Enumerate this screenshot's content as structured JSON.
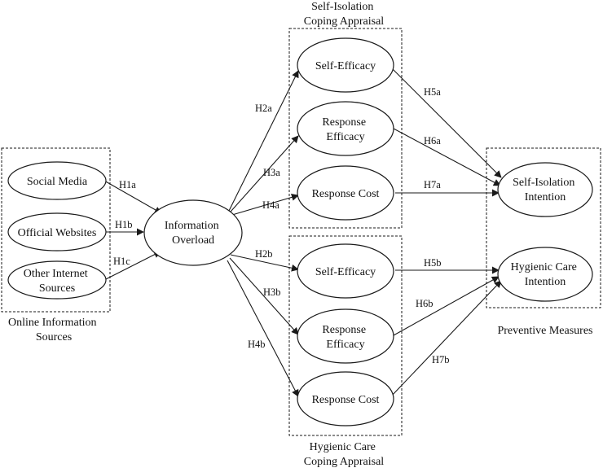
{
  "groups": {
    "online_sources": {
      "label_lines": [
        "Online Information",
        "Sources"
      ]
    },
    "self_isolation_coping": {
      "label_lines": [
        "Self-Isolation",
        "Coping Appraisal"
      ]
    },
    "hygienic_care_coping": {
      "label_lines": [
        "Hygienic Care",
        "Coping Appraisal"
      ]
    },
    "preventive_measures": {
      "label_lines": [
        "Preventive Measures"
      ]
    }
  },
  "nodes": {
    "social_media": {
      "lines": [
        "Social Media"
      ]
    },
    "official_websites": {
      "lines": [
        "Official Websites"
      ]
    },
    "other_internet_sources": {
      "lines": [
        "Other Internet",
        "Sources"
      ]
    },
    "information_overload": {
      "lines": [
        "Information",
        "Overload"
      ]
    },
    "si_self_efficacy": {
      "lines": [
        "Self-Efficacy"
      ]
    },
    "si_response_efficacy": {
      "lines": [
        "Response",
        "Efficacy"
      ]
    },
    "si_response_cost": {
      "lines": [
        "Response Cost"
      ]
    },
    "hc_self_efficacy": {
      "lines": [
        "Self-Efficacy"
      ]
    },
    "hc_response_efficacy": {
      "lines": [
        "Response",
        "Efficacy"
      ]
    },
    "hc_response_cost": {
      "lines": [
        "Response Cost"
      ]
    },
    "self_isolation_intention": {
      "lines": [
        "Self-Isolation",
        "Intention"
      ]
    },
    "hygienic_care_intention": {
      "lines": [
        "Hygienic Care",
        "Intention"
      ]
    }
  },
  "edges": [
    {
      "id": "h1a",
      "label": "H1a",
      "from": "social_media",
      "to": "information_overload"
    },
    {
      "id": "h1b",
      "label": "H1b",
      "from": "official_websites",
      "to": "information_overload"
    },
    {
      "id": "h1c",
      "label": "H1c",
      "from": "other_internet_sources",
      "to": "information_overload"
    },
    {
      "id": "h2a",
      "label": "H2a",
      "from": "information_overload",
      "to": "si_self_efficacy"
    },
    {
      "id": "h3a",
      "label": "H3a",
      "from": "information_overload",
      "to": "si_response_efficacy"
    },
    {
      "id": "h4a",
      "label": "H4a",
      "from": "information_overload",
      "to": "si_response_cost"
    },
    {
      "id": "h2b",
      "label": "H2b",
      "from": "information_overload",
      "to": "hc_self_efficacy"
    },
    {
      "id": "h3b",
      "label": "H3b",
      "from": "information_overload",
      "to": "hc_response_efficacy"
    },
    {
      "id": "h4b",
      "label": "H4b",
      "from": "information_overload",
      "to": "hc_response_cost"
    },
    {
      "id": "h5a",
      "label": "H5a",
      "from": "si_self_efficacy",
      "to": "self_isolation_intention"
    },
    {
      "id": "h6a",
      "label": "H6a",
      "from": "si_response_efficacy",
      "to": "self_isolation_intention"
    },
    {
      "id": "h7a",
      "label": "H7a",
      "from": "si_response_cost",
      "to": "self_isolation_intention"
    },
    {
      "id": "h5b",
      "label": "H5b",
      "from": "hc_self_efficacy",
      "to": "hygienic_care_intention"
    },
    {
      "id": "h6b",
      "label": "H6b",
      "from": "hc_response_efficacy",
      "to": "hygienic_care_intention"
    },
    {
      "id": "h7b",
      "label": "H7b",
      "from": "hc_response_cost",
      "to": "hygienic_care_intention"
    }
  ]
}
